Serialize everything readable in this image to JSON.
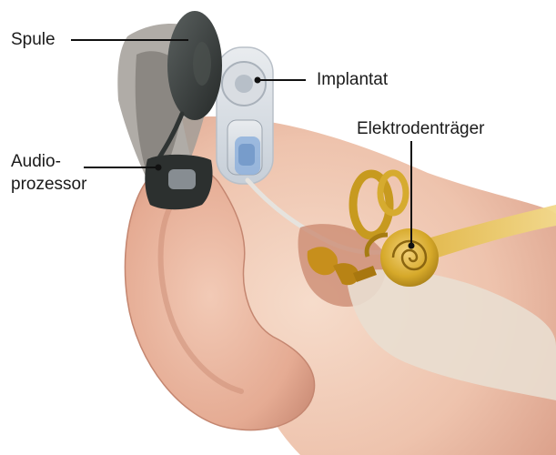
{
  "labels": {
    "spule": "Spule",
    "implantat": "Implantat",
    "elektrodentraeger": "Elektrodenträger",
    "audioprozessor_line1": "Audio-",
    "audioprozessor_line2": "prozessor"
  },
  "colors": {
    "skin": "#f3d5c2",
    "skin_shadow": "#d89a84",
    "inner_ear": "#cfa11c",
    "nerve": "#e8c35a",
    "coil": "#3a3f3e",
    "implant_blue": "#8fb2dc",
    "bone": "#e6dccb",
    "hair": "#8b8580",
    "leader_line": "#111111"
  }
}
